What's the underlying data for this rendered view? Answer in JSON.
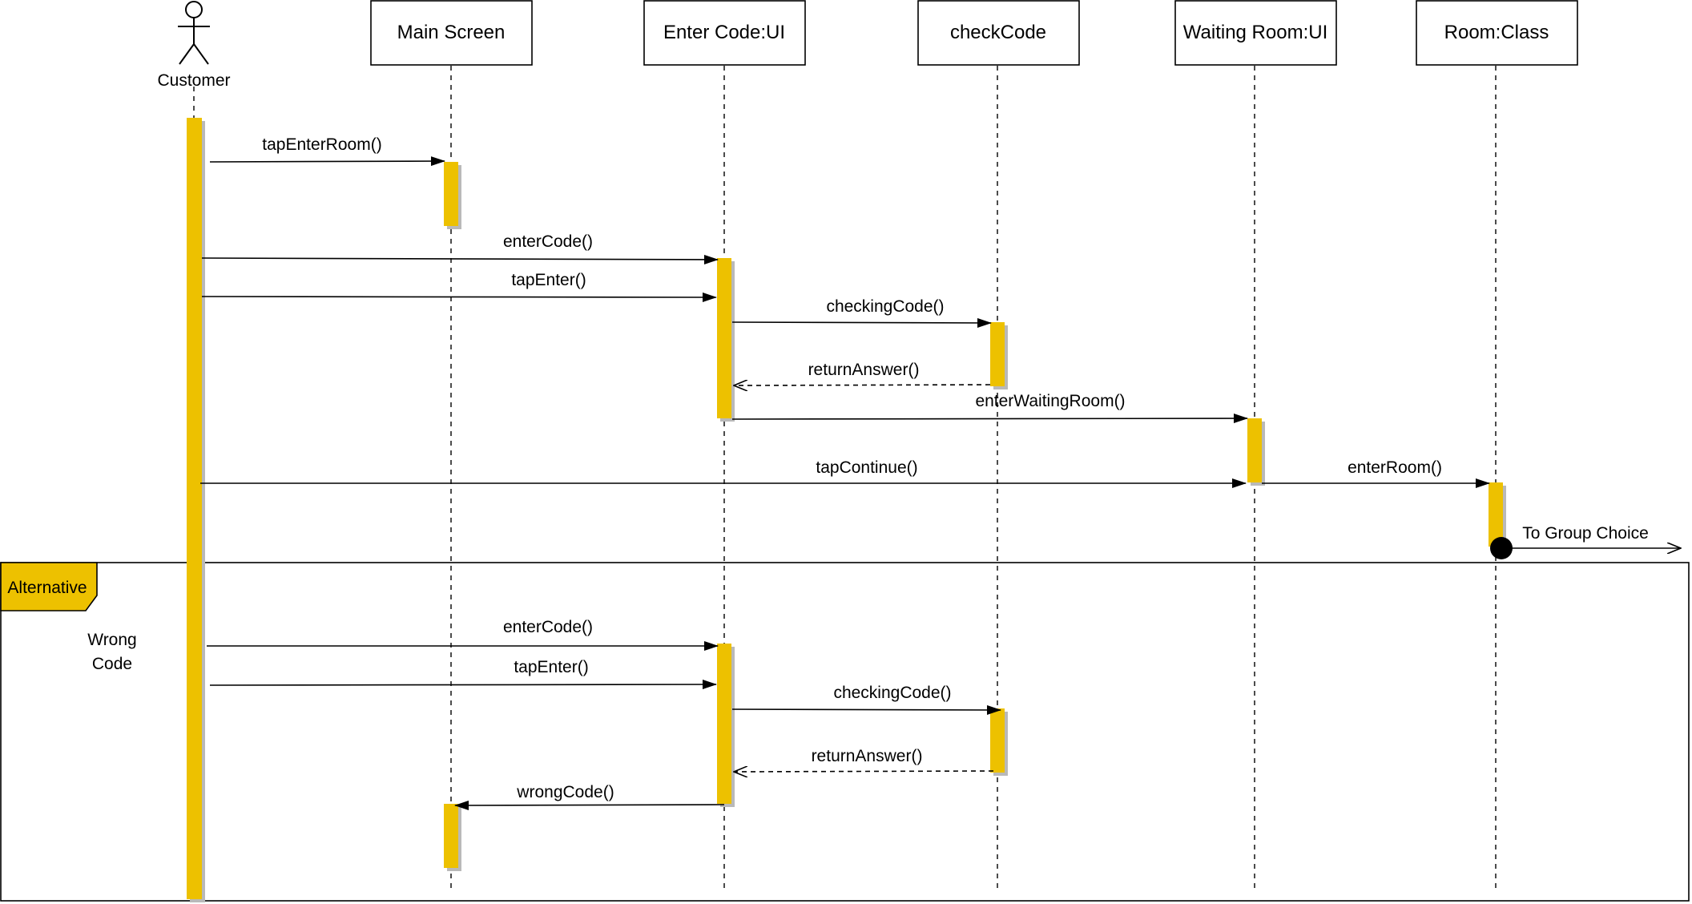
{
  "diagram": {
    "type": "sequence",
    "actor": {
      "name": "Customer"
    },
    "participants": [
      "Main Screen",
      "Enter Code:UI",
      "checkCode",
      "Waiting Room:UI",
      "Room:Class"
    ],
    "messages": [
      {
        "label": "tapEnterRoom()",
        "from": "Customer",
        "to": "Main Screen",
        "kind": "sync"
      },
      {
        "label": "enterCode()",
        "from": "Customer",
        "to": "Enter Code:UI",
        "kind": "sync"
      },
      {
        "label": "tapEnter()",
        "from": "Customer",
        "to": "Enter Code:UI",
        "kind": "sync"
      },
      {
        "label": "checkingCode()",
        "from": "Enter Code:UI",
        "to": "checkCode",
        "kind": "sync"
      },
      {
        "label": "returnAnswer()",
        "from": "checkCode",
        "to": "Enter Code:UI",
        "kind": "return"
      },
      {
        "label": "enterWaitingRoom()",
        "from": "Enter Code:UI",
        "to": "Waiting Room:UI",
        "kind": "sync"
      },
      {
        "label": "tapContinue()",
        "from": "Customer",
        "to": "Waiting Room:UI",
        "kind": "sync"
      },
      {
        "label": "enterRoom()",
        "from": "Waiting Room:UI",
        "to": "Room:Class",
        "kind": "sync"
      },
      {
        "label": "To Group Choice",
        "from": "Room:Class",
        "to": "outside",
        "kind": "lost"
      }
    ],
    "fragment": {
      "tag": "Alternative",
      "guard": [
        "Wrong",
        "Code"
      ],
      "messages": [
        {
          "label": "enterCode()",
          "from": "Customer",
          "to": "Enter Code:UI",
          "kind": "sync"
        },
        {
          "label": "tapEnter()",
          "from": "Customer",
          "to": "Enter Code:UI",
          "kind": "sync"
        },
        {
          "label": "checkingCode()",
          "from": "Enter Code:UI",
          "to": "checkCode",
          "kind": "sync"
        },
        {
          "label": "returnAnswer()",
          "from": "checkCode",
          "to": "Enter Code:UI",
          "kind": "return"
        },
        {
          "label": "wrongCode()",
          "from": "Enter Code:UI",
          "to": "Main Screen",
          "kind": "sync"
        }
      ]
    },
    "colors": {
      "activation": "#edc100",
      "activation_shadow": "#b9b9b9",
      "line": "#000000",
      "background": "#ffffff"
    }
  }
}
